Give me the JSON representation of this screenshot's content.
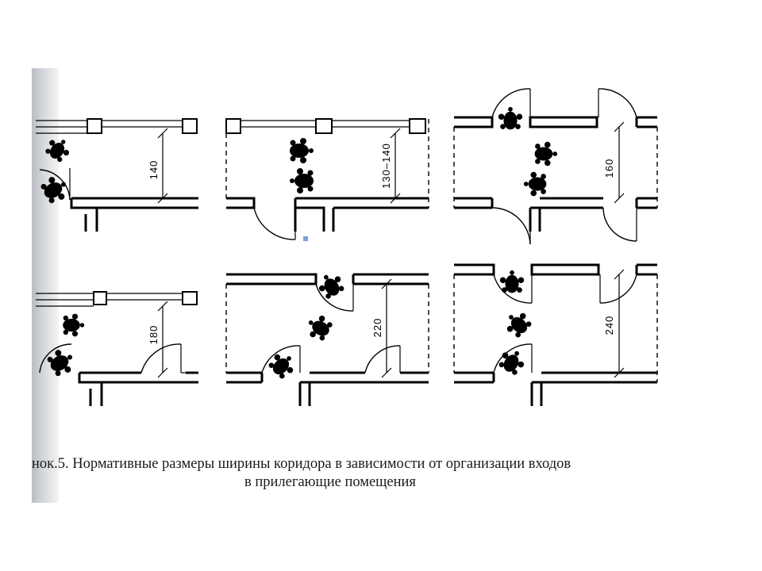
{
  "caption": {
    "line1": "нок.5. Нормативные размеры ширины коридора в зависимости от организации входов",
    "line2": "в прилегающие помещения"
  },
  "dimensions": {
    "d1": "140",
    "d2": "130–140",
    "d3": "160",
    "d4": "180",
    "d5": "220",
    "d6": "240"
  },
  "colors": {
    "ink": "#000000",
    "paper": "#ffffff",
    "binding_shadow": "#b9bcc2",
    "scan_speck": "#7aa0d8"
  }
}
